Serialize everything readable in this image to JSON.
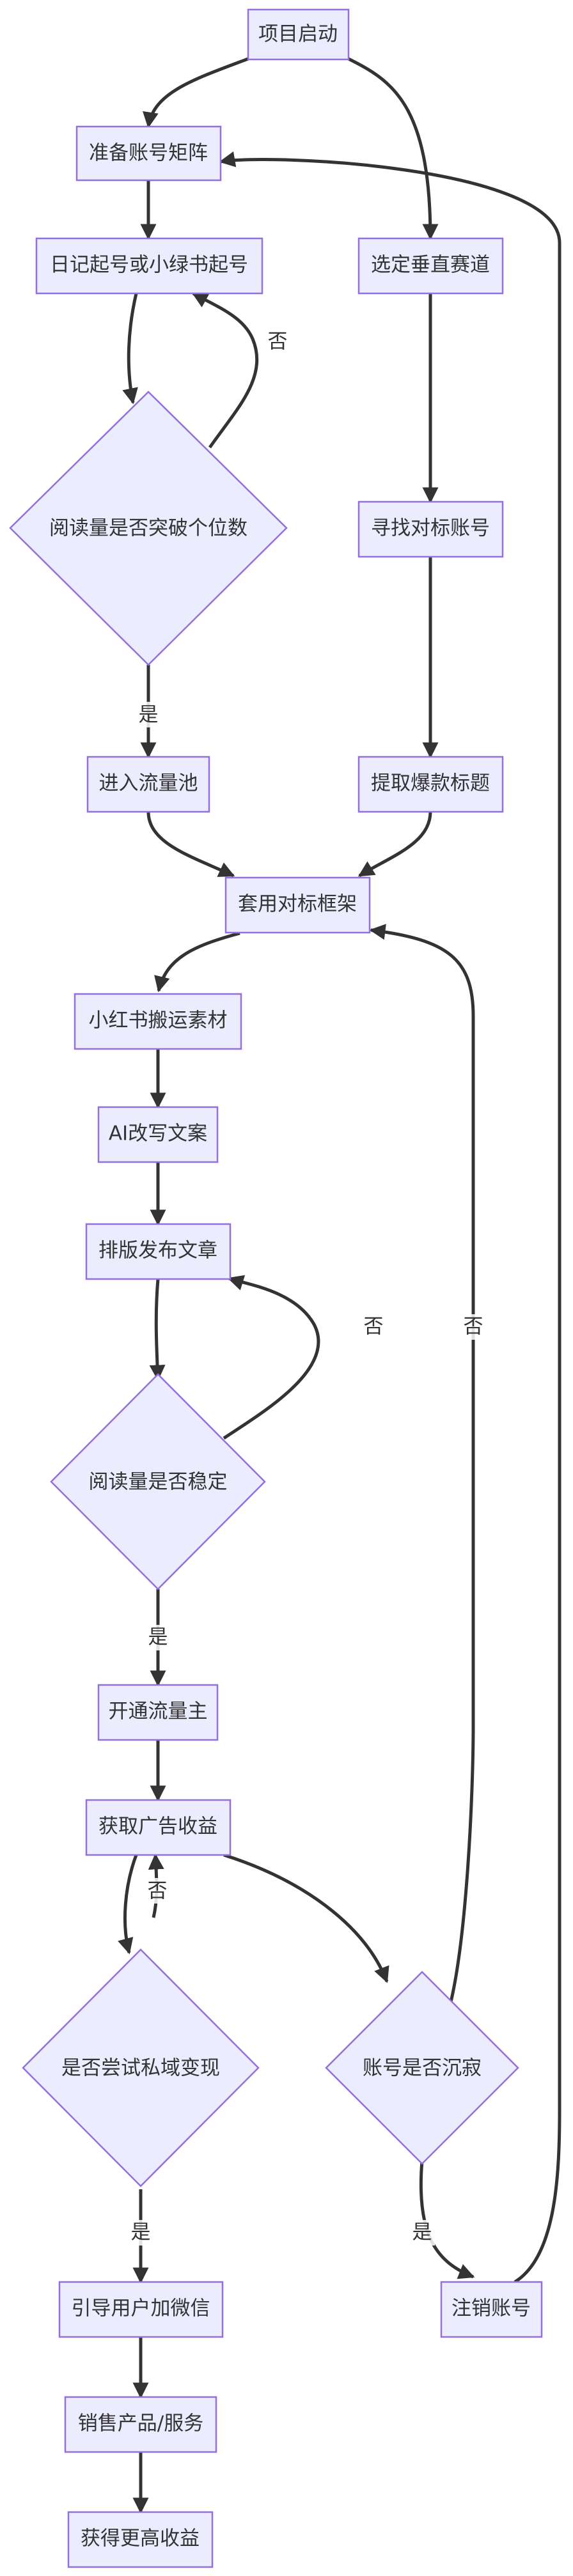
{
  "diagram": {
    "nodes": {
      "start": "项目启动",
      "prepare_matrix": "准备账号矩阵",
      "diary_account": "日记起号或小绿书起号",
      "choose_vertical": "选定垂直赛道",
      "check_reads_breakthrough": "阅读量是否突破个位数",
      "find_benchmark": "寻找对标账号",
      "enter_traffic_pool": "进入流量池",
      "extract_titles": "提取爆款标题",
      "apply_framework": "套用对标框架",
      "xhs_material": "小红书搬运素材",
      "ai_rewrite": "AI改写文案",
      "publish_article": "排版发布文章",
      "check_reads_stable": "阅读量是否稳定",
      "open_traffic_master": "开通流量主",
      "ad_income": "获取广告收益",
      "try_private_domain": "是否尝试私域变现",
      "account_dormant": "账号是否沉寂",
      "guide_wechat": "引导用户加微信",
      "sell_products": "销售产品/服务",
      "more_income": "获得更高收益",
      "cancel_account": "注销账号"
    },
    "edge_labels": {
      "yes": "是",
      "no": "否"
    }
  }
}
